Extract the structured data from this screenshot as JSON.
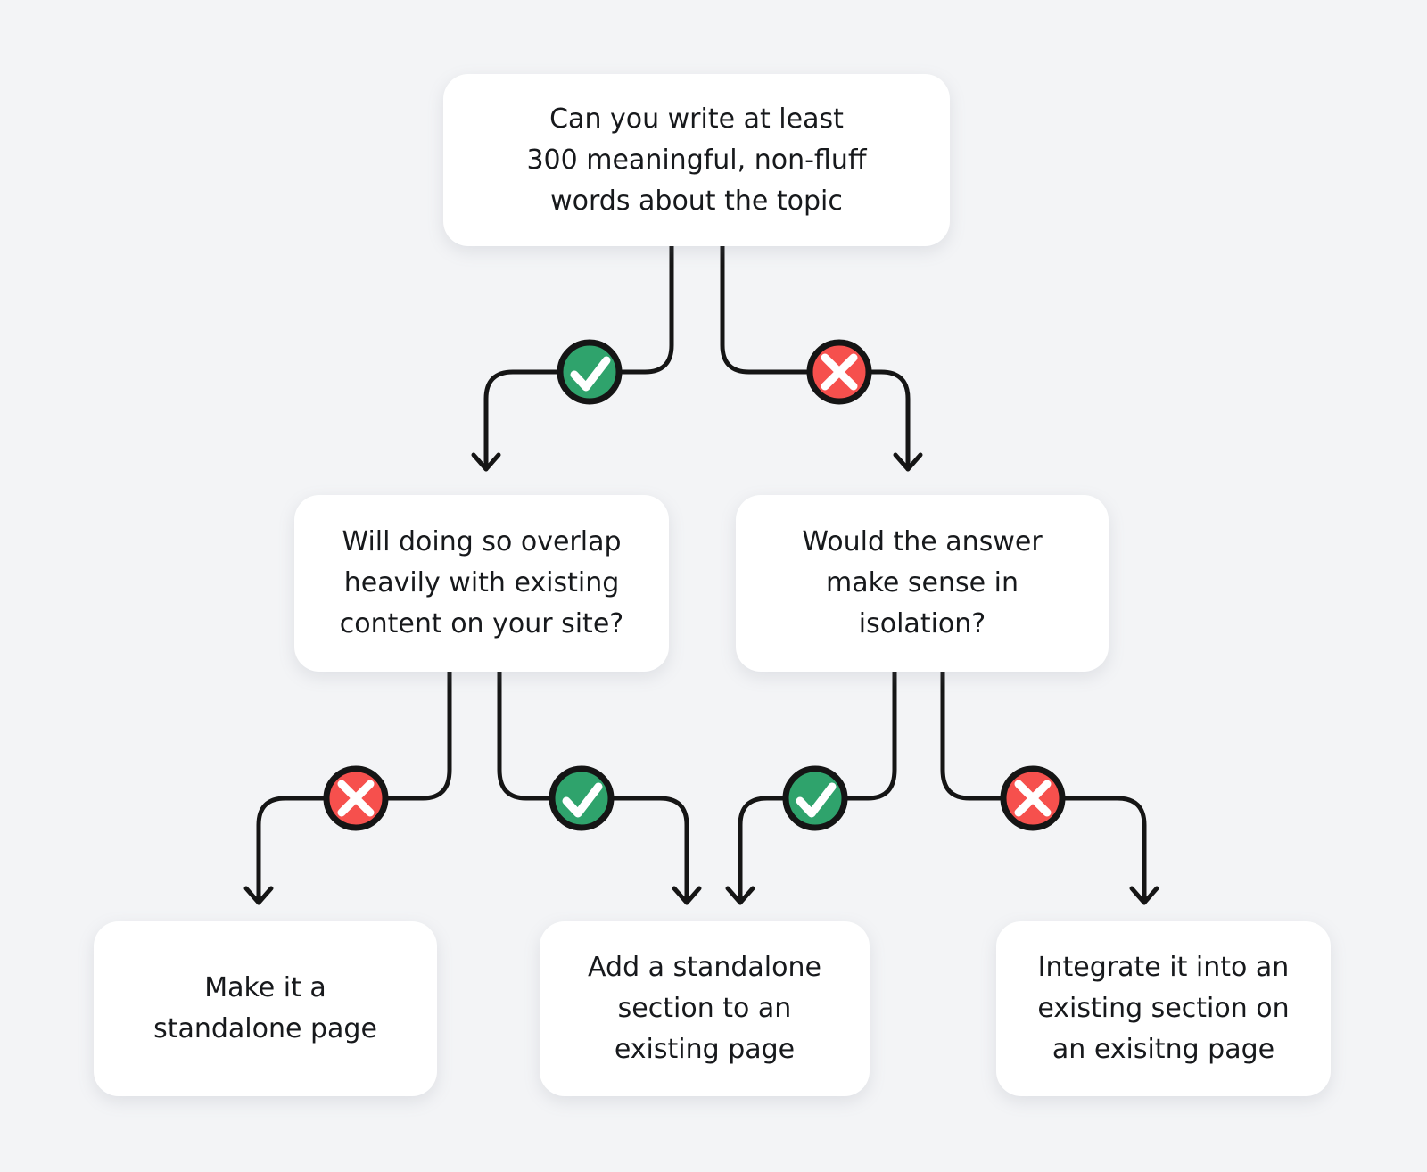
{
  "colors": {
    "background": "#F3F4F6",
    "yes_green": "#2FA36C",
    "no_red": "#F6504D",
    "line": "#151515",
    "node_background": "#FFFFFF",
    "node_text": "#17191C"
  },
  "nodes": {
    "root": {
      "text": "Can you write at least\n300 meaningful, non-fluff\nwords about the topic"
    },
    "overlap_question": {
      "text": "Will doing so overlap\nheavily with existing\ncontent on your site?"
    },
    "isolation_question": {
      "text": "Would the answer\nmake sense in\nisolation?"
    },
    "standalone_page": {
      "text": "Make it a\nstandalone page"
    },
    "standalone_section": {
      "text": "Add a standalone\nsection to an\nexisting page"
    },
    "integrate_section": {
      "text": "Integrate it into an\nexisting section on\nan exisitng page"
    }
  },
  "edges": [
    {
      "from": "root",
      "to": "overlap_question",
      "answer": "yes",
      "icon": "check-icon"
    },
    {
      "from": "root",
      "to": "isolation_question",
      "answer": "no",
      "icon": "cross-icon"
    },
    {
      "from": "overlap_question",
      "to": "standalone_page",
      "answer": "no",
      "icon": "cross-icon"
    },
    {
      "from": "overlap_question",
      "to": "standalone_section",
      "answer": "yes",
      "icon": "check-icon"
    },
    {
      "from": "isolation_question",
      "to": "standalone_section",
      "answer": "yes",
      "icon": "check-icon"
    },
    {
      "from": "isolation_question",
      "to": "integrate_section",
      "answer": "no",
      "icon": "cross-icon"
    }
  ]
}
